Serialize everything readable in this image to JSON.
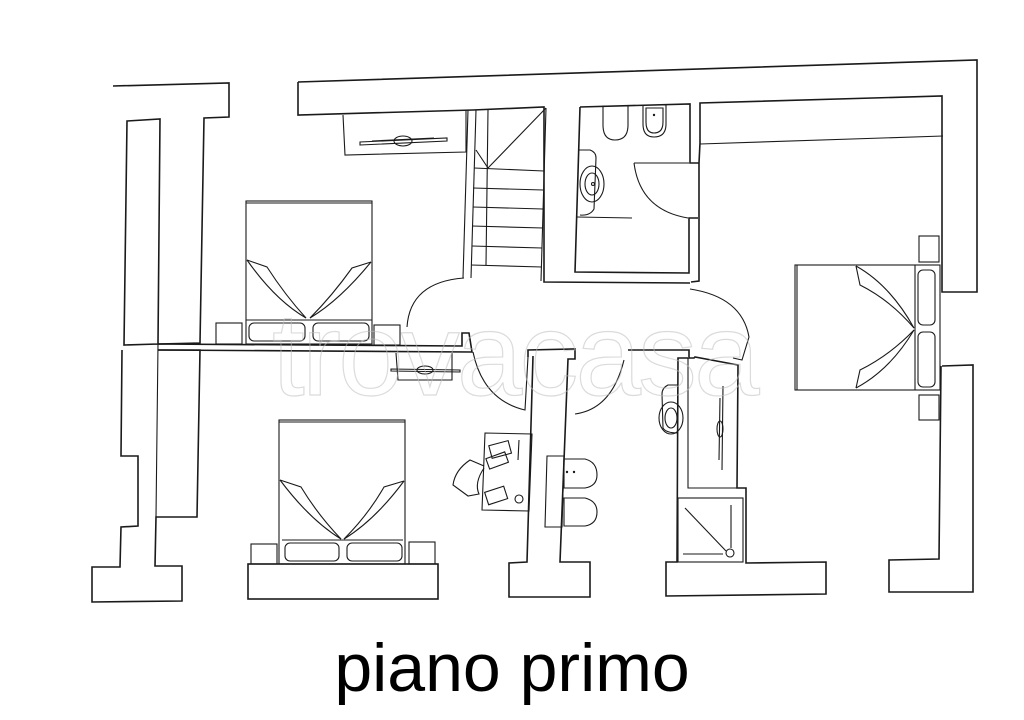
{
  "plan": {
    "title": "piano primo",
    "watermark": "trovacasa",
    "colors": {
      "background": "#ffffff",
      "lines": "#1a1a1a",
      "watermark": "#bebebe"
    },
    "rooms": [
      {
        "name": "bedroom-top-left",
        "furniture": [
          "double-bed",
          "nightstand",
          "nightstand",
          "wardrobe"
        ]
      },
      {
        "name": "staircase"
      },
      {
        "name": "bathroom-top",
        "fixtures": [
          "toilet",
          "bidet",
          "sink"
        ]
      },
      {
        "name": "closet-top"
      },
      {
        "name": "bedroom-right",
        "furniture": [
          "double-bed",
          "nightstand",
          "nightstand"
        ]
      },
      {
        "name": "hallway"
      },
      {
        "name": "bedroom-bottom-left",
        "furniture": [
          "double-bed",
          "nightstand",
          "nightstand",
          "wardrobe"
        ]
      },
      {
        "name": "study",
        "furniture": [
          "desk",
          "chair"
        ]
      },
      {
        "name": "bathroom-bottom",
        "fixtures": [
          "bidet",
          "toilet",
          "sink",
          "shower"
        ]
      }
    ]
  }
}
